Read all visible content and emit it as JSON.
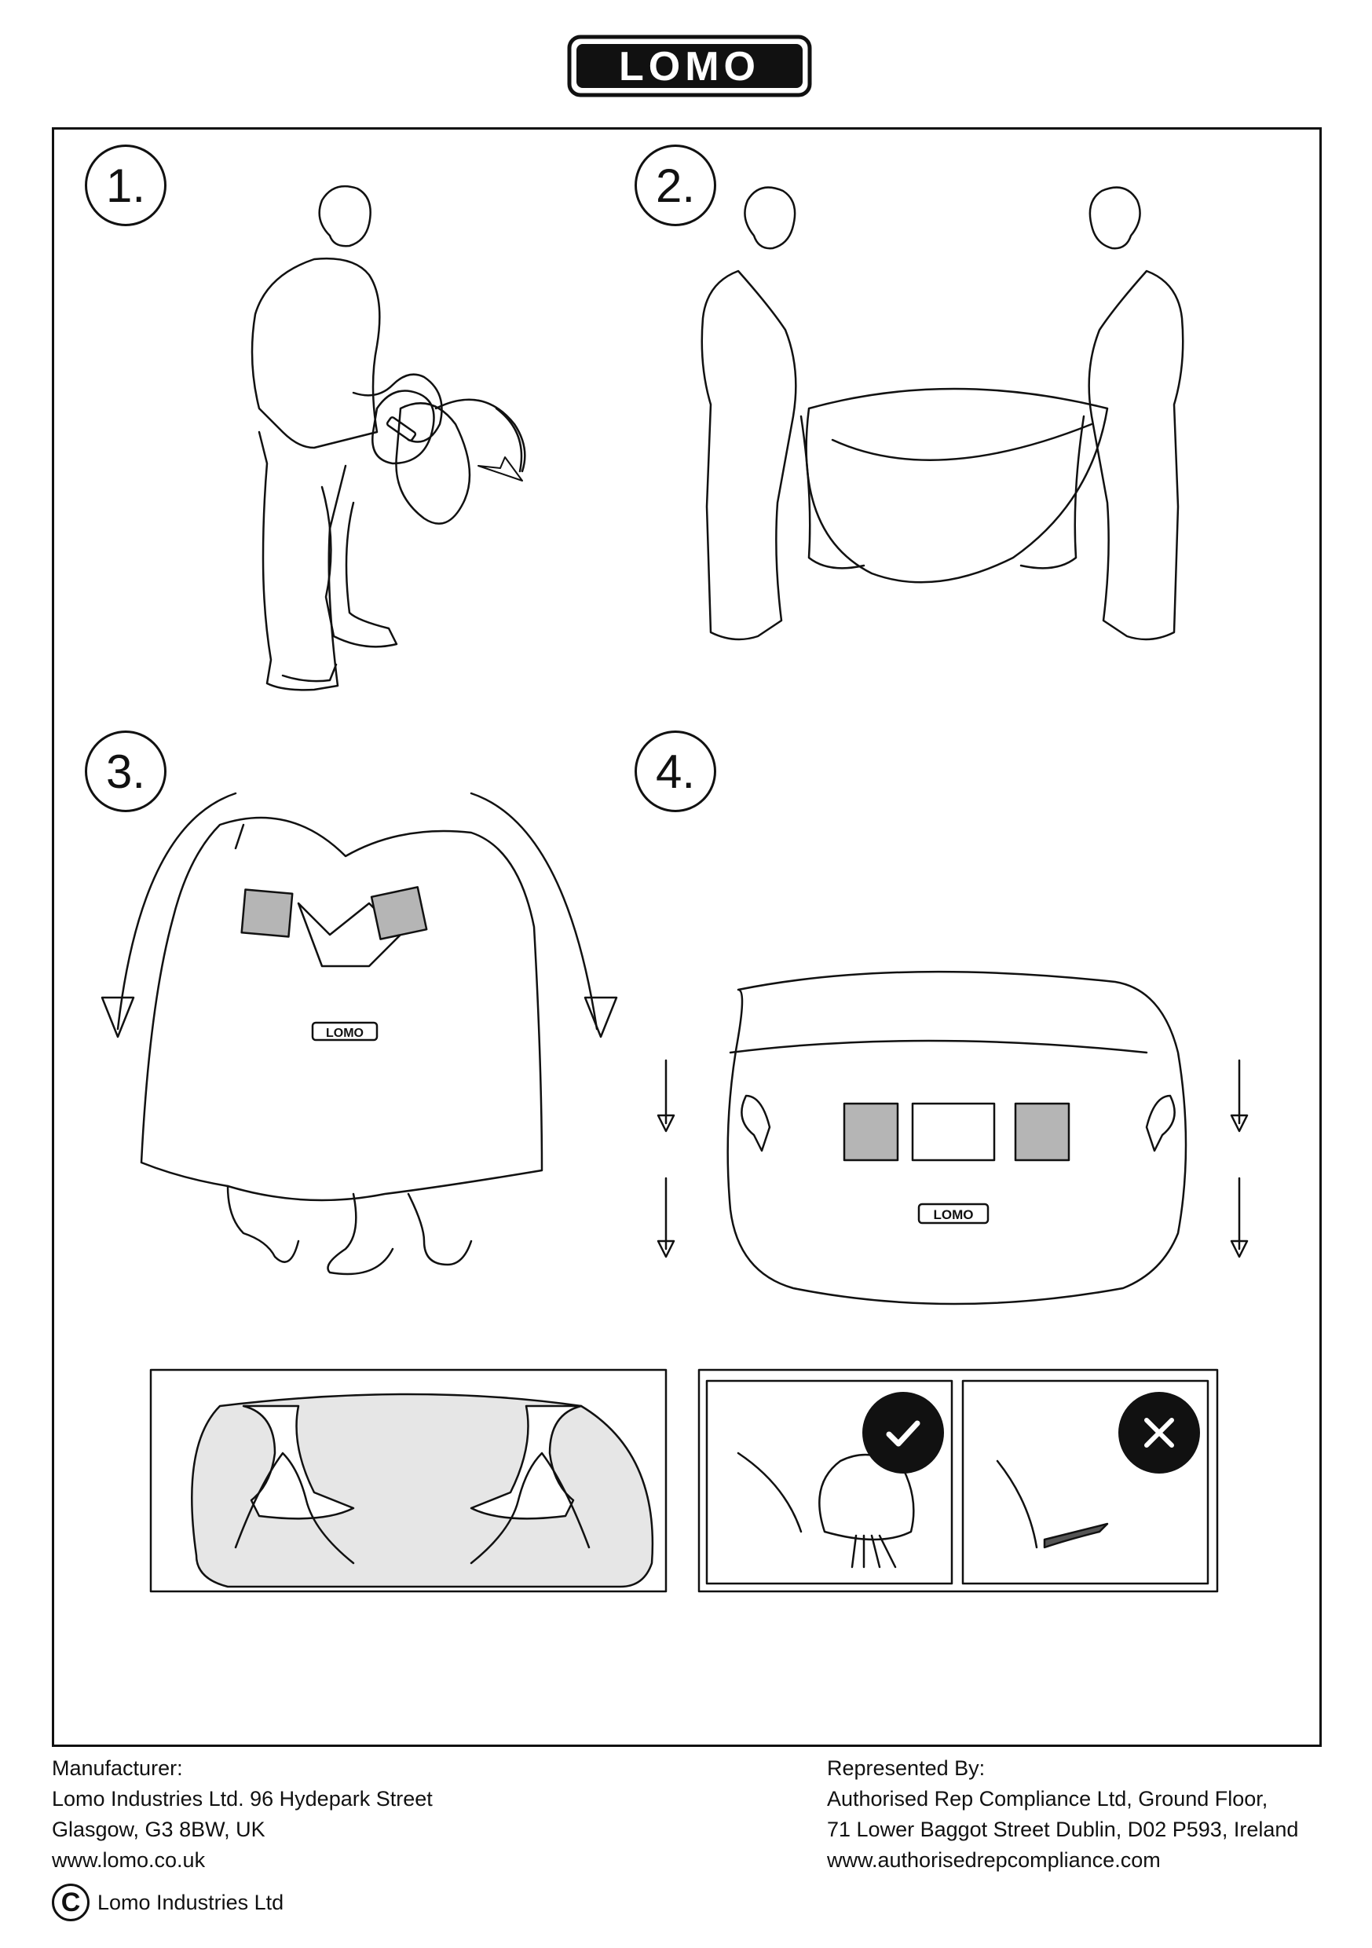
{
  "brand": {
    "logo_text": "LOMO"
  },
  "steps": [
    {
      "number": "1."
    },
    {
      "number": "2."
    },
    {
      "number": "3."
    },
    {
      "number": "4."
    }
  ],
  "panel_labels": {
    "logo_on_cover": "LOMO",
    "logo_on_bag": "LOMO",
    "logo_on_pouch": "LOMO"
  },
  "icons": {
    "correct": "check-icon",
    "incorrect": "cross-icon"
  },
  "colors": {
    "line": "#111111",
    "patch_grey": "#b5b5b5",
    "light_fill": "#e6e6e6"
  },
  "manufacturer": {
    "heading": "Manufacturer:",
    "line1": "Lomo Industries Ltd. 96 Hydepark Street",
    "line2": "Glasgow, G3 8BW, UK",
    "line3": "www.lomo.co.uk"
  },
  "representative": {
    "heading": "Represented By:",
    "line1": "Authorised Rep Compliance Ltd, Ground Floor,",
    "line2": "71 Lower Baggot Street Dublin, D02 P593, Ireland",
    "line3": "www.authorisedrepcompliance.com"
  },
  "copyright": {
    "symbol": "C",
    "holder": "Lomo Industries Ltd"
  }
}
